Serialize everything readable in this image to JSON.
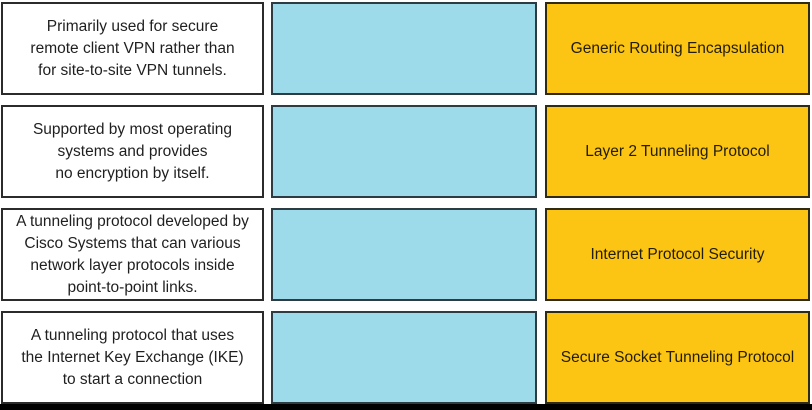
{
  "quiz": {
    "kind": "drag-and-drop-matching",
    "topic": "VPN tunneling protocols",
    "rows": [
      {
        "description": "Primarily used for secure\nremote client VPN rather than\nfor site-to-site VPN tunnels.",
        "answer": "Generic Routing Encapsulation"
      },
      {
        "description": "Supported by most operating\nsystems and provides\nno encryption by itself.",
        "answer": "Layer 2 Tunneling Protocol"
      },
      {
        "description": "A tunneling protocol developed by\nCisco Systems that can various\nnetwork layer protocols inside\npoint-to-point links.",
        "answer": "Internet Protocol Security"
      },
      {
        "description": "A tunneling protocol that uses\nthe Internet Key Exchange (IKE)\nto start a connection",
        "answer": "Secure Socket Tunneling Protocol"
      }
    ]
  },
  "colors": {
    "description_background": "#ffffff",
    "dropzone_background": "#9ddbea",
    "answer_background": "#fdc513",
    "border": "#2b2b2b",
    "text": "#1f1f1f",
    "bottom_bar": "#000000"
  }
}
